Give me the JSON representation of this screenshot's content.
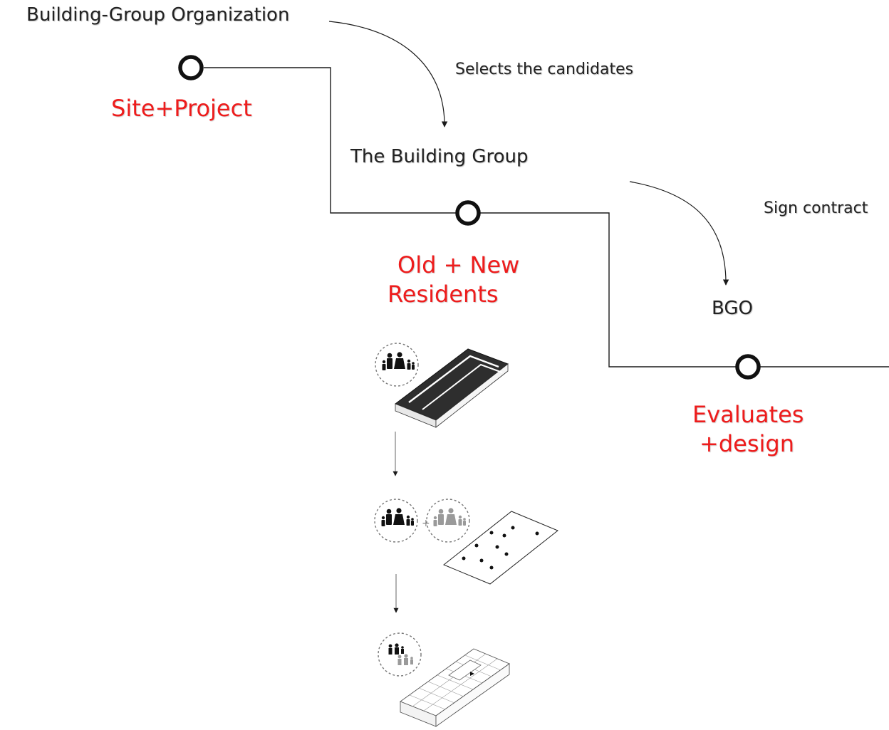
{
  "title": "Building-Group Organization",
  "labels": {
    "selects": "Selects the candidates",
    "building_group": "The Building Group",
    "sign_contract": "Sign contract",
    "bgo": "BGO"
  },
  "stages": {
    "site_project": "Site+Project",
    "old_new_line1": "Old + New",
    "old_new_line2": "Residents",
    "evaluates_line1": "Evaluates",
    "evaluates_line2": "+design"
  },
  "colors": {
    "stage_red": "#ee1c1c",
    "line": "#1a1a1a",
    "text": "#222222"
  }
}
